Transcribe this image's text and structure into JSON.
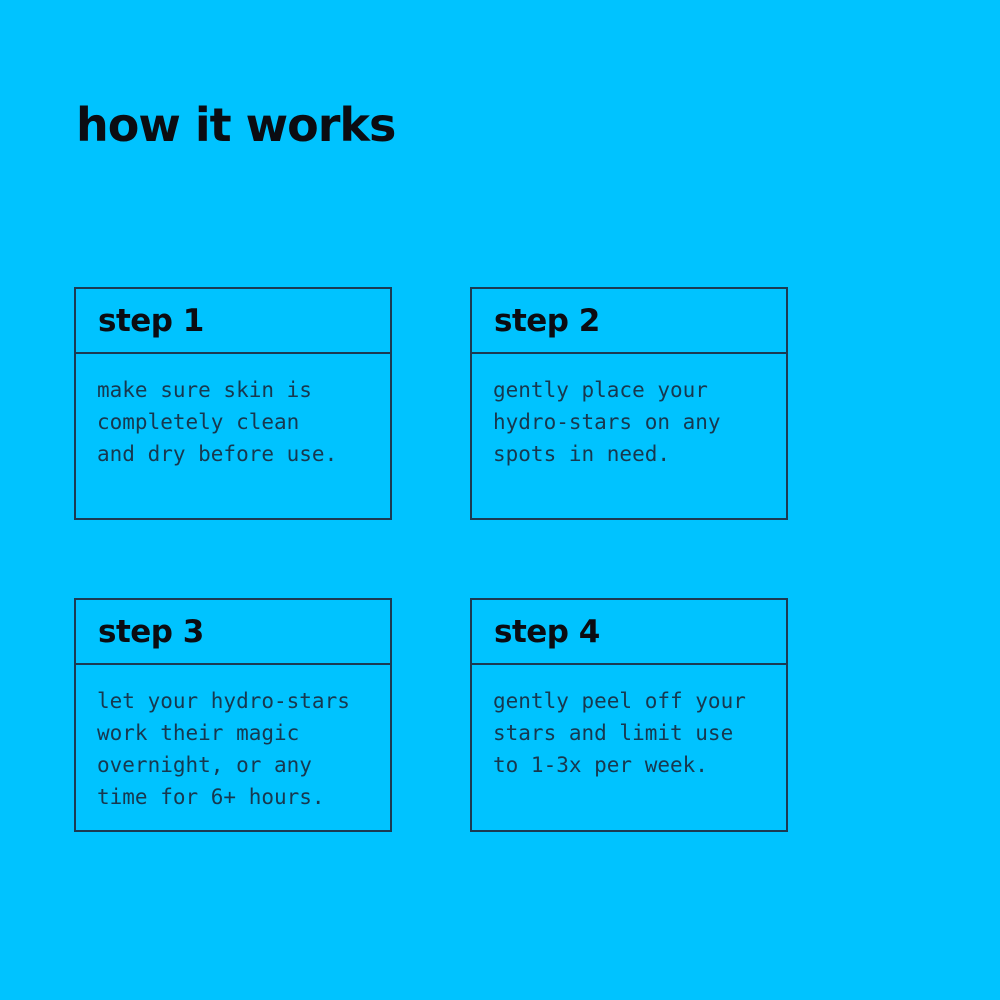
{
  "page": {
    "title": "how it works",
    "background_color": "#00C3FF",
    "border_color": "#1C3A52",
    "title_color": "#0B0C12",
    "body_text_color": "#17384F"
  },
  "steps": [
    {
      "label": "step 1",
      "description": "make sure skin is\ncompletely clean\nand dry before use."
    },
    {
      "label": "step 2",
      "description": "gently place your\nhydro-stars on any\nspots in need."
    },
    {
      "label": "step 3",
      "description": "let your hydro-stars\nwork their magic\novernight, or any\ntime for 6+ hours."
    },
    {
      "label": "step 4",
      "description": "gently peel off your\nstars and limit use\nto 1-3x per week."
    }
  ]
}
